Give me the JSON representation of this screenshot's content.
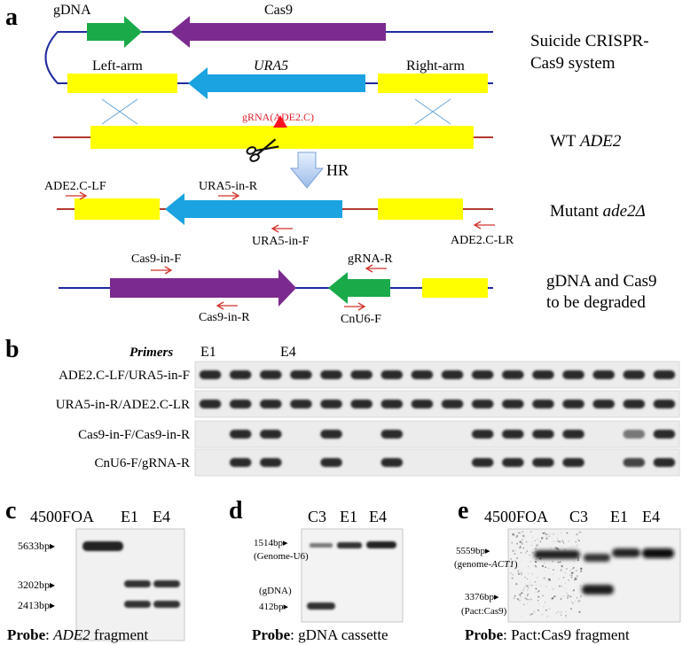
{
  "panels": {
    "a": "a",
    "b": "b",
    "c": "c",
    "d": "d",
    "e": "e"
  },
  "colors": {
    "dna_blue": "#1f2a9e",
    "dna_red": "#b3372f",
    "gDNA_green": "#1aaa4a",
    "cas9_purple": "#7b2a8f",
    "ura5_blue": "#1aa3e0",
    "arm_yellow": "#ffff00",
    "primer_red": "#d2332a",
    "gel_bg": "#efefef",
    "blot_bg": "#f3f3f3"
  },
  "panel_a": {
    "plasmid": {
      "gDNA": "gDNA",
      "cas9": "Cas9",
      "left_arm": "Left-arm",
      "ura5": "URA5",
      "right_arm": "Right-arm",
      "label_line1": "Suicide CRISPR-",
      "label_line2": "Cas9 system"
    },
    "wt": {
      "grna_label": "gRNA(ADE2.C)",
      "label_prefix": "WT",
      "label_gene": "ADE2"
    },
    "hr_label": "HR",
    "mutant": {
      "primer_left": "ADE2.C-LF",
      "primer_ura_r": "URA5-in-R",
      "primer_ura_f": "URA5-in-F",
      "primer_right": "ADE2.C-LR",
      "label_prefix": "Mutant",
      "label_gene": "ade2Δ"
    },
    "degraded": {
      "cas9_f": "Cas9-in-F",
      "cas9_r": "Cas9-in-R",
      "grna_r": "gRNA-R",
      "cnu6_f": "CnU6-F",
      "label_line1": "gDNA and Cas9",
      "label_line2": "to be degraded"
    }
  },
  "panel_b": {
    "primers_header": "Primers",
    "lane_e1": "E1",
    "lane_e4": "E4",
    "lane_count": 16,
    "rows": [
      {
        "label": "ADE2.C-LF/URA5-in-F",
        "bands": [
          1,
          1,
          1,
          1,
          1,
          1,
          1,
          1,
          1,
          1,
          1,
          1,
          1,
          1,
          1,
          1
        ]
      },
      {
        "label": "URA5-in-R/ADE2.C-LR",
        "bands": [
          1,
          1,
          1,
          1,
          1,
          1,
          1,
          1,
          1,
          1,
          1,
          1,
          1,
          1,
          1,
          1
        ]
      },
      {
        "label": "Cas9-in-F/Cas9-in-R",
        "bands": [
          0,
          1,
          1,
          0,
          1,
          0,
          1,
          0,
          0,
          1,
          1,
          1,
          1,
          0,
          0.5,
          1
        ]
      },
      {
        "label": "CnU6-F/gRNA-R",
        "bands": [
          0,
          1,
          1,
          0,
          1,
          0,
          1,
          0,
          0,
          1,
          1,
          1,
          1,
          0,
          0.8,
          1
        ]
      }
    ]
  },
  "panel_c": {
    "lanes": [
      "4500FOA",
      "E1",
      "E4"
    ],
    "markers": [
      "5633bp",
      "3202bp",
      "2413bp"
    ],
    "probe_bold": "Probe",
    "probe_text": ": ",
    "probe_target": "ADE2",
    "probe_suffix": " fragment"
  },
  "panel_d": {
    "lanes": [
      "C3",
      "E1",
      "E4"
    ],
    "marker_top": "1514bp",
    "marker_top_sub": "(Genome-U6)",
    "marker_bottom_pre": "(gDNA)",
    "marker_bottom": "412bp",
    "probe_bold": "Probe",
    "probe_text": ": gDNA cassette"
  },
  "panel_e": {
    "lanes": [
      "4500FOA",
      "C3",
      "E1",
      "E4"
    ],
    "marker_top": "5559bp",
    "marker_top_sub_pre": "(genome-",
    "marker_top_sub_gene": "ACT1",
    "marker_top_sub_post": ")",
    "marker_bottom": "3376bp",
    "marker_bottom_sub": "(Pact:Cas9)",
    "probe_bold": "Probe",
    "probe_text": ": Pact:Cas9 fragment"
  }
}
